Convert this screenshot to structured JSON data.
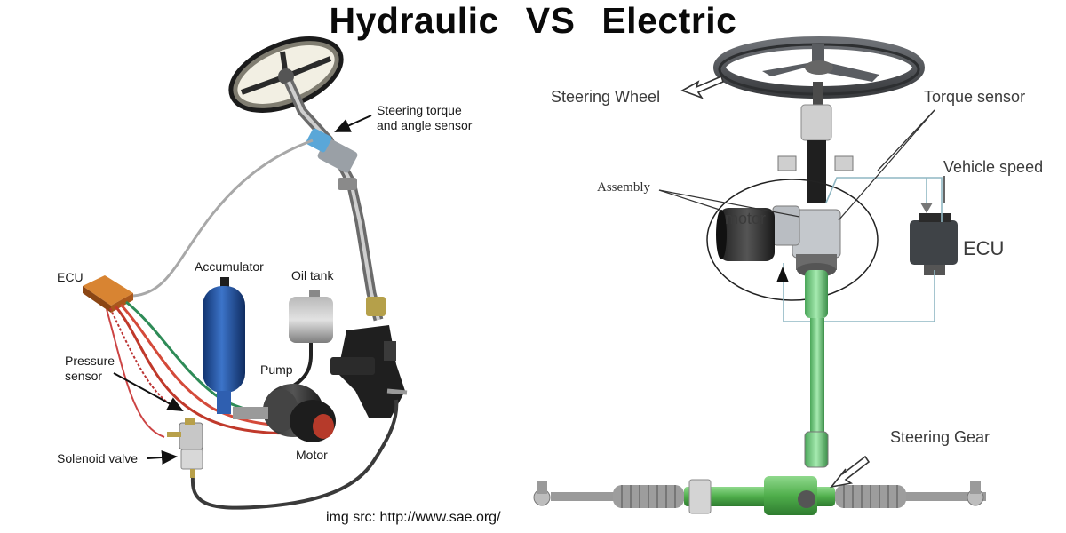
{
  "title": "Hydraulic   VS   Electric",
  "hydraulic": {
    "labels": {
      "torque_sensor": "Steering torque\nand angle sensor",
      "ecu": "ECU",
      "accumulator": "Accumulator",
      "oil_tank": "Oil tank",
      "pressure_sensor": "Pressure\nsensor",
      "pump": "Pump",
      "solenoid_valve": "Solenoid valve",
      "motor": "Motor"
    }
  },
  "electric": {
    "labels": {
      "steering_wheel": "Steering Wheel",
      "torque_sensor": "Torque sensor",
      "vehicle_speed": "Vehicle speed",
      "assembly": "Assembly",
      "motor": "motor",
      "ecu": "ECU",
      "steering_gear": "Steering Gear"
    }
  },
  "credit": "img src: http://www.sae.org/",
  "colors": {
    "ecu_orange": "#b8621d",
    "accumulator_blue": "#1f4f9a",
    "shaft_green": "#7cd48a",
    "rack_green": "#6bc266",
    "sensor_blue": "#5aa7d8"
  }
}
